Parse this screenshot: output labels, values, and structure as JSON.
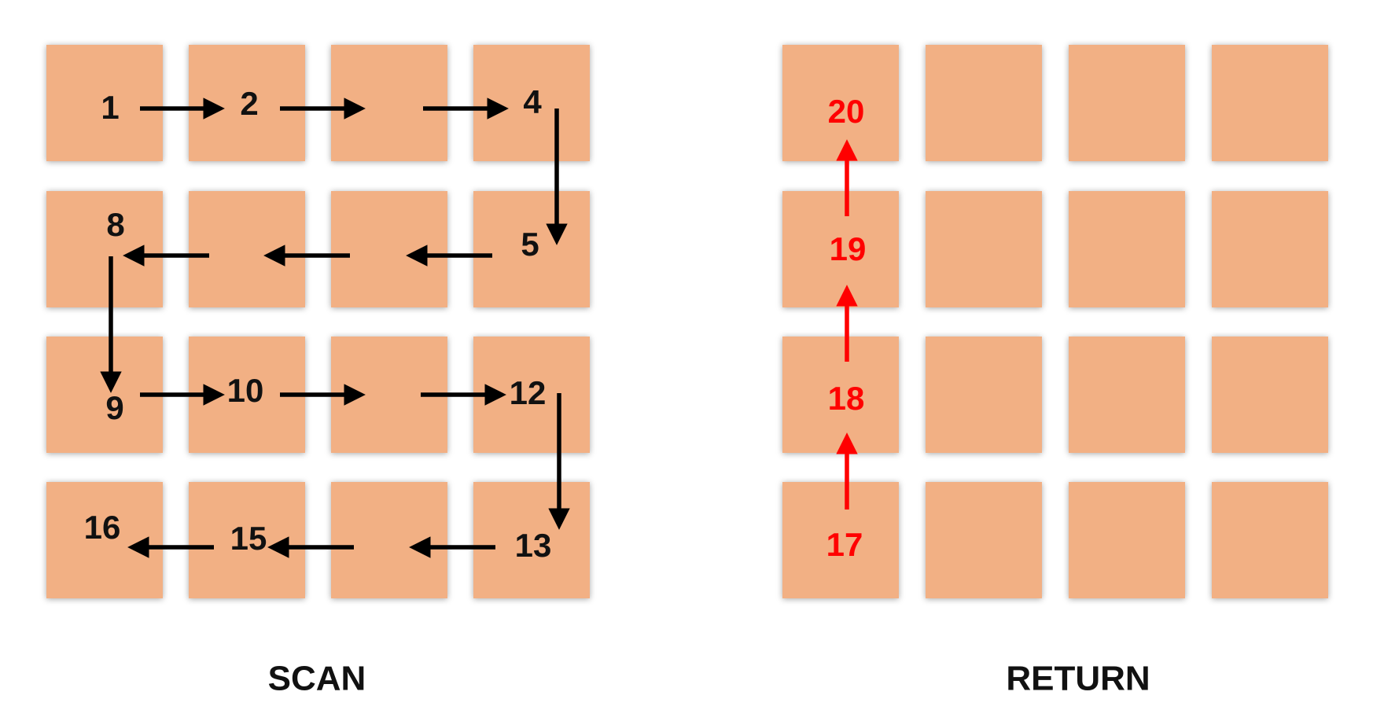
{
  "panels": [
    {
      "id": "scan",
      "caption": "SCAN",
      "label_color": "#111111",
      "arrow_color": "#000000",
      "labels": [
        {
          "text": "1",
          "row": 0,
          "col": 0
        },
        {
          "text": "2",
          "row": 0,
          "col": 1
        },
        {
          "text": "4",
          "row": 0,
          "col": 3
        },
        {
          "text": "5",
          "row": 1,
          "col": 3
        },
        {
          "text": "8",
          "row": 1,
          "col": 0
        },
        {
          "text": "9",
          "row": 2,
          "col": 0
        },
        {
          "text": "10",
          "row": 2,
          "col": 1
        },
        {
          "text": "12",
          "row": 2,
          "col": 3
        },
        {
          "text": "13",
          "row": 3,
          "col": 3
        },
        {
          "text": "15",
          "row": 3,
          "col": 1
        },
        {
          "text": "16",
          "row": 3,
          "col": 0
        }
      ]
    },
    {
      "id": "return",
      "caption": "RETURN",
      "label_color": "#ff0000",
      "arrow_color": "#ff0000",
      "labels": [
        {
          "text": "20",
          "row": 0,
          "col": 0
        },
        {
          "text": "19",
          "row": 1,
          "col": 0
        },
        {
          "text": "18",
          "row": 2,
          "col": 0
        },
        {
          "text": "17",
          "row": 3,
          "col": 0
        }
      ]
    }
  ],
  "grid": {
    "rows": 4,
    "cols": 4
  },
  "colors": {
    "cell": "#f2b084",
    "background": "#ffffff"
  }
}
